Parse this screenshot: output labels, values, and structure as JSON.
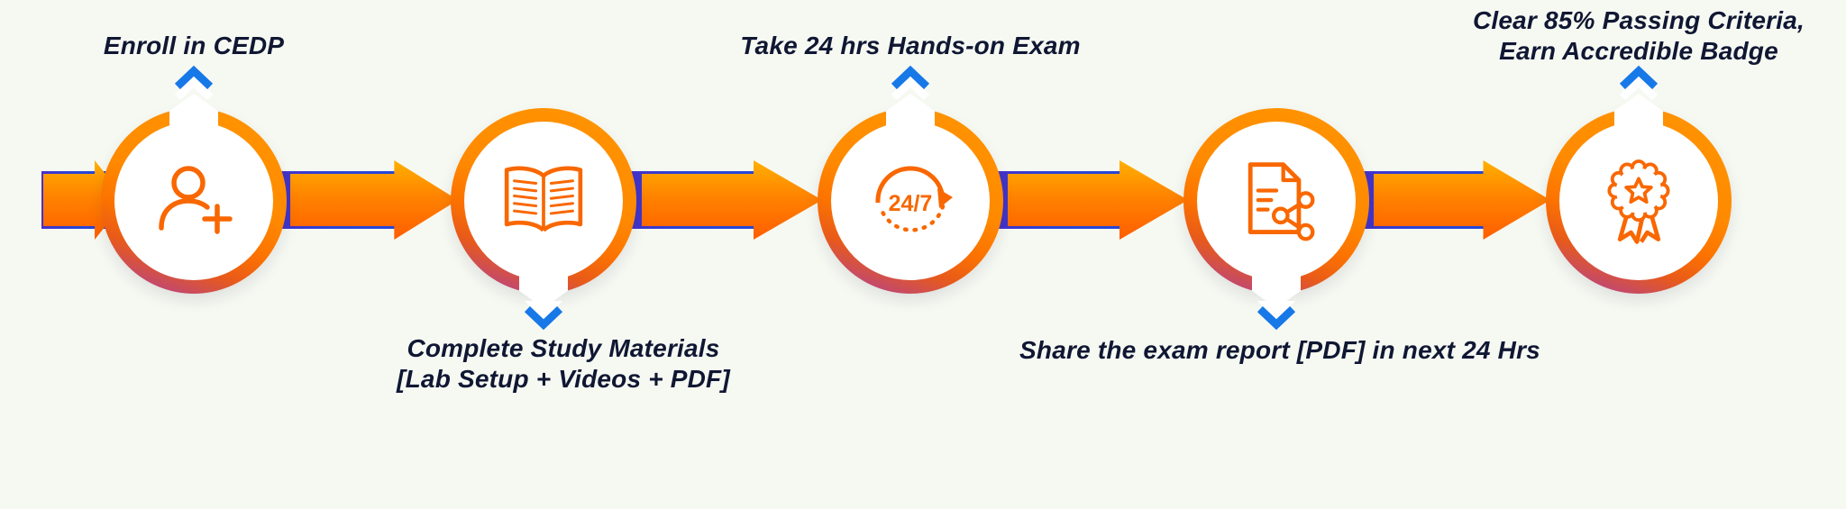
{
  "diagram": {
    "type": "process-flow",
    "direction": "left-to-right",
    "step_count": 5
  },
  "steps": [
    {
      "label": "Enroll in CEDP",
      "label_position": "top",
      "icon": "user-plus-icon"
    },
    {
      "label": "Complete Study Materials\n[Lab Setup + Videos + PDF]",
      "label_position": "bottom",
      "icon": "open-book-icon"
    },
    {
      "label": "Take 24 hrs Hands-on Exam",
      "label_position": "top",
      "icon": "24-7-clock-icon",
      "icon_text": "24/7"
    },
    {
      "label": "Share the exam report [PDF] in next 24 Hrs",
      "label_position": "bottom",
      "icon": "report-share-icon"
    },
    {
      "label": "Clear 85% Passing Criteria,\nEarn Accredible Badge",
      "label_position": "top",
      "icon": "badge-star-icon"
    }
  ],
  "colors": {
    "background": "#f6f9f2",
    "text": "#101733",
    "icon_orange": "#F96700",
    "arrow_orange_top": "#FFB000",
    "arrow_orange_bottom": "#FF5D00",
    "ribbon_blue": "#2A44D4",
    "ring_orange": "#FF8A00",
    "ring_purple": "#A43BB0",
    "chevron_blue": "#1778E8"
  }
}
